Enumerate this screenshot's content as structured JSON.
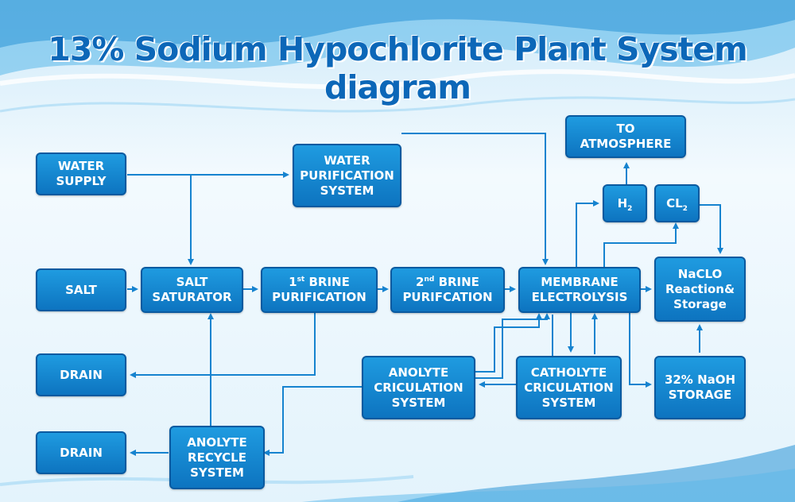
{
  "title": "13% Sodium Hypochlorite Plant System diagram",
  "boxes": {
    "water_supply": [
      "WATER",
      "SUPPLY"
    ],
    "water_purification": [
      "WATER",
      "PURIFICATION",
      "SYSTEM"
    ],
    "to_atmosphere": [
      "TO",
      "ATMOSPHERE"
    ],
    "h2": {
      "main": "H",
      "sub": "2"
    },
    "cl2": {
      "main": "CL",
      "sub": "2"
    },
    "salt": "SALT",
    "salt_saturator": [
      "SALT",
      "SATURATOR"
    ],
    "brine1": {
      "num": "1",
      "sup": "st",
      "rest": " BRINE",
      "line2": "PURIFICATION"
    },
    "brine2": {
      "num": "2",
      "sup": "nd",
      "rest": " BRINE",
      "line2": "PURIFCATION"
    },
    "membrane": [
      "MEMBRANE",
      "ELECTROLYSIS"
    ],
    "naclo": [
      "NaCLO",
      "Reaction&",
      "Storage"
    ],
    "drain1": "DRAIN",
    "anolyte_circ": [
      "ANOLYTE",
      "CRICULATION",
      "SYSTEM"
    ],
    "catholyte_circ": [
      "CATHOLYTE",
      "CRICULATION",
      "SYSTEM"
    ],
    "naoh": [
      "32% NaOH",
      "STORAGE"
    ],
    "drain2": "DRAIN",
    "anolyte_recycle": [
      "ANOLYTE",
      "RECYCLE",
      "SYSTEM"
    ]
  }
}
